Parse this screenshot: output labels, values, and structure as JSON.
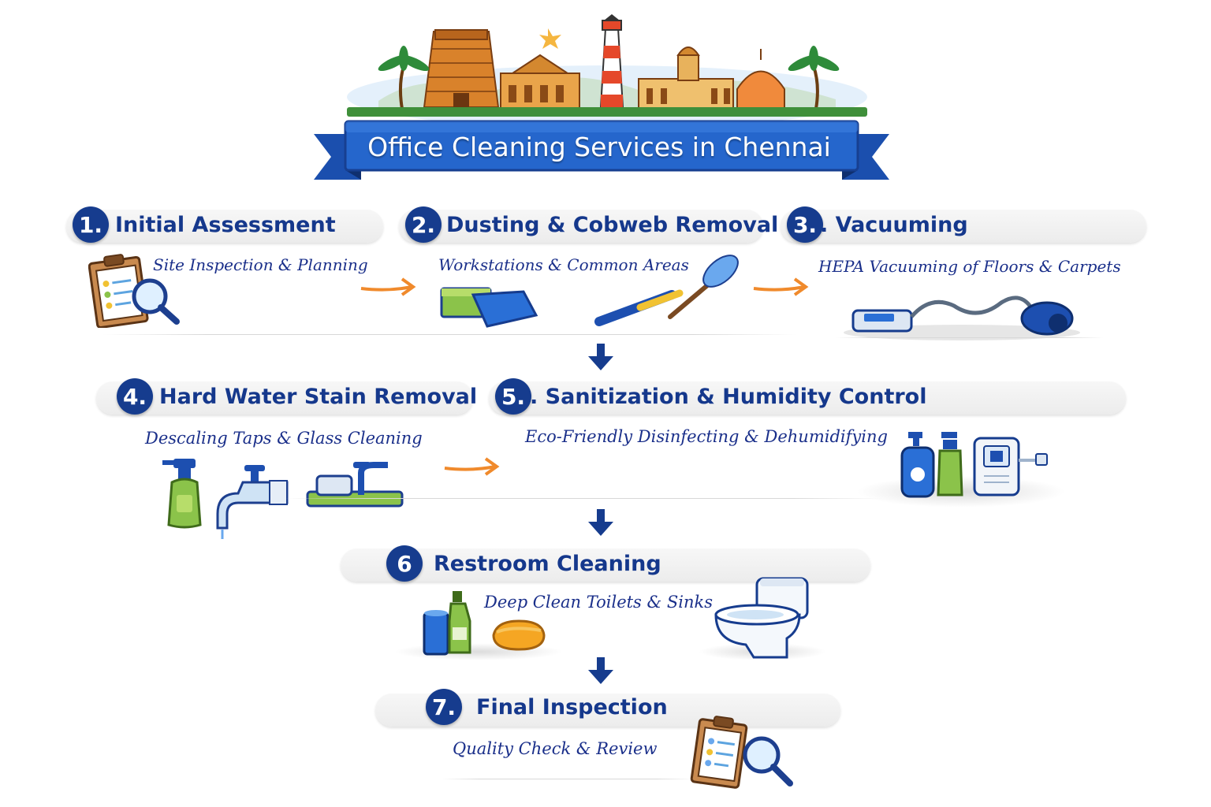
{
  "header": {
    "title": "Office Cleaning Services in Chennai"
  },
  "steps": [
    {
      "number": "1.",
      "title": "Initial Assessment",
      "subtitle": "Site Inspection & Planning"
    },
    {
      "number": "2.",
      "title": "Dusting & Cobweb Removal",
      "subtitle": "Workstations & Common Areas"
    },
    {
      "number": "3.",
      "title": ". Vacuuming",
      "subtitle": "HEPA Vacuuming of Floors & Carpets"
    },
    {
      "number": "4.",
      "title": "Hard Water Stain Removal",
      "subtitle": "Descaling Taps & Glass Cleaning"
    },
    {
      "number": "5.",
      "title": ". Sanitization & Humidity Control",
      "subtitle": "Eco-Friendly Disinfecting & Dehumidifying"
    },
    {
      "number": "6",
      "title": "Restroom  Cleaning",
      "subtitle": "Deep Clean Toilets & Sinks"
    },
    {
      "number": "7.",
      "title": "Final Inspection",
      "subtitle": "Quality Check & Review"
    }
  ],
  "colors": {
    "navy": "#163c8e",
    "banner_blue": "#1f5fc4",
    "arrow_orange": "#f08a2c",
    "text_blue": "#15388c"
  },
  "icons": [
    "skyline-icon",
    "clipboard-icon",
    "magnifier-icon",
    "microfiber-cloth-icon",
    "duster-icon",
    "vacuum-cleaner-icon",
    "spray-bottle-icon",
    "faucet-icon",
    "sink-tap-icon",
    "soap-dispenser-icon",
    "dehumidifier-icon",
    "cleaning-supplies-icon",
    "sponge-icon",
    "toilet-icon"
  ]
}
